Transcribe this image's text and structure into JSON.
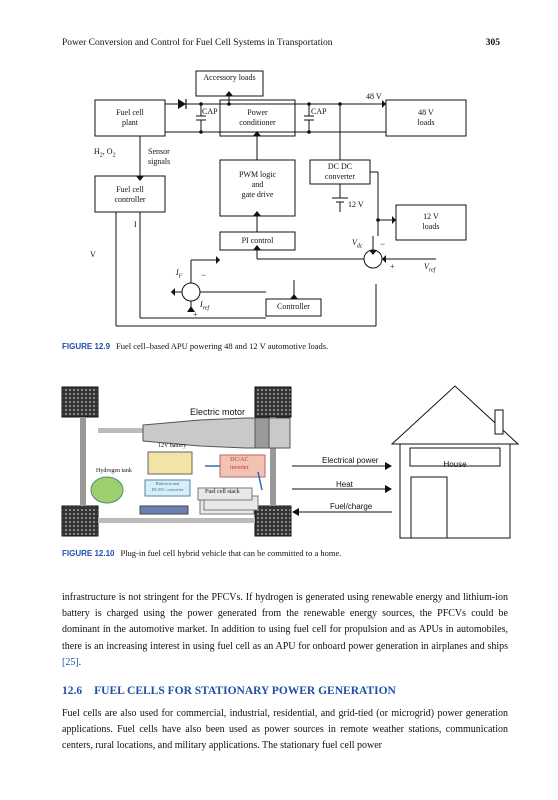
{
  "header": {
    "title": "Power Conversion and Control for Fuel Cell Systems in Transportation",
    "page": "305"
  },
  "fig1": {
    "accessory": "Accessory loads",
    "fuel_cell_plant": [
      "Fuel cell",
      "plant"
    ],
    "power_conditioner": [
      "Power",
      "conditioner"
    ],
    "cap1": "CAP",
    "cap2": "CAP",
    "v48_label": "48 V",
    "load48": [
      "48 V",
      "loads"
    ],
    "h2o2": "H2, O2",
    "sensor": [
      "Sensor",
      "signals"
    ],
    "pwm": [
      "PWM logic",
      "and",
      "gate drive"
    ],
    "dcdc": [
      "DC DC",
      "converter"
    ],
    "fc_controller": [
      "Fuel cell",
      "controller"
    ],
    "v12_label": "12 V",
    "load12": [
      "12 V",
      "loads"
    ],
    "I": "I",
    "V": "V",
    "pi": "PI control",
    "vdc": "Vdc",
    "minus": "−",
    "plus": "+",
    "vref": "Vref",
    "if": "IF",
    "iref": "Iref",
    "controller": "Controller",
    "caption_num": "FIGURE 12.9",
    "caption": "Fuel cell–based APU powering 48 and 12 V automotive loads."
  },
  "fig2": {
    "electric_motor": "Electric motor",
    "battery": "12V battery",
    "hydrogen": "Hydrogen tank",
    "dcac": [
      "DC/AC",
      "inverter"
    ],
    "bidir": [
      "Bidirectional",
      "DC/DC converter"
    ],
    "stack": "Fuel cell stack",
    "electrical_power": "Electrical power",
    "heat": "Heat",
    "fuel_charge": "Fuel/charge",
    "house": "House",
    "caption_num": "FIGURE 12.10",
    "caption": "Plug-in fuel cell hybrid vehicle that can be committed to a home."
  },
  "paragraph1": {
    "text": "infrastructure is not stringent for the PFCVs. If hydrogen is generated using renewable energy and lithium-ion battery is charged using the power generated from the renewable energy sources, the PFCVs could be dominant in the automotive market. In addition to using fuel cell for propulsion and as APUs in automobiles, there is an increasing interest in using fuel cell as an APU for onboard power generation in airplanes and ships",
    "cite": "[25]",
    "end": "."
  },
  "section": {
    "number": "12.6",
    "title": "FUEL CELLS FOR STATIONARY POWER GENERATION"
  },
  "paragraph2": "Fuel cells are also used for commercial, industrial, residential, and grid-tied (or microgrid) power generation applications. Fuel cells have also been used as power sources in remote weather stations, communication centers, rural locations, and military applications. The stationary fuel cell power"
}
